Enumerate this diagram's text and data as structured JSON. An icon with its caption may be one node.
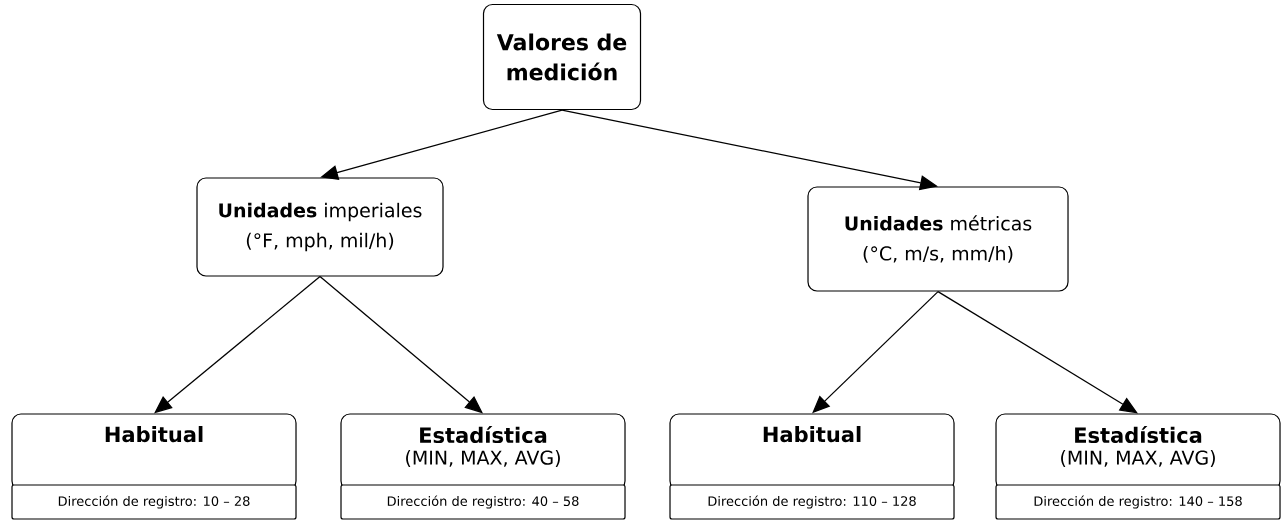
{
  "diagram": {
    "nodes": [
      {
        "text": [
          "Valores de medición"
        ]
      },
      {
        "text": [
          "**Unidades** imperiales",
          "(°F, mph, mil/h)"
        ]
      },
      {
        "text": [
          "**Unidades** métricas",
          "(°C, m/s, mm/h)"
        ]
      },
      {
        "text": [
          "Habitual"
        ]
      },
      {
        "text": [
          "Estadística",
          "(MIN, MAX, AVG)"
        ]
      },
      {
        "text": [
          "Habitual"
        ]
      },
      {
        "text": [
          "Estadística",
          "(MIN, MAX, AVG)"
        ]
      },
      {
        "text": [
          "Dirección de registro: 10 – 28"
        ]
      },
      {
        "text": [
          "Dirección de registro: 40 – 58"
        ]
      },
      {
        "text": [
          "Dirección de registro: 110 – 128"
        ]
      },
      {
        "text": [
          "Dirección de registro: 140 – 158"
        ]
      }
    ],
    "edges": [
      {
        "from": 0,
        "to": 1,
        "arrow": "to"
      },
      {
        "from": 0,
        "to": 2,
        "arrow": "to"
      },
      {
        "from": 1,
        "to": 3,
        "arrow": "to"
      },
      {
        "from": 1,
        "to": 4,
        "arrow": "to"
      },
      {
        "from": 2,
        "to": 5,
        "arrow": "to"
      },
      {
        "from": 2,
        "to": 6,
        "arrow": "to"
      }
    ]
  }
}
